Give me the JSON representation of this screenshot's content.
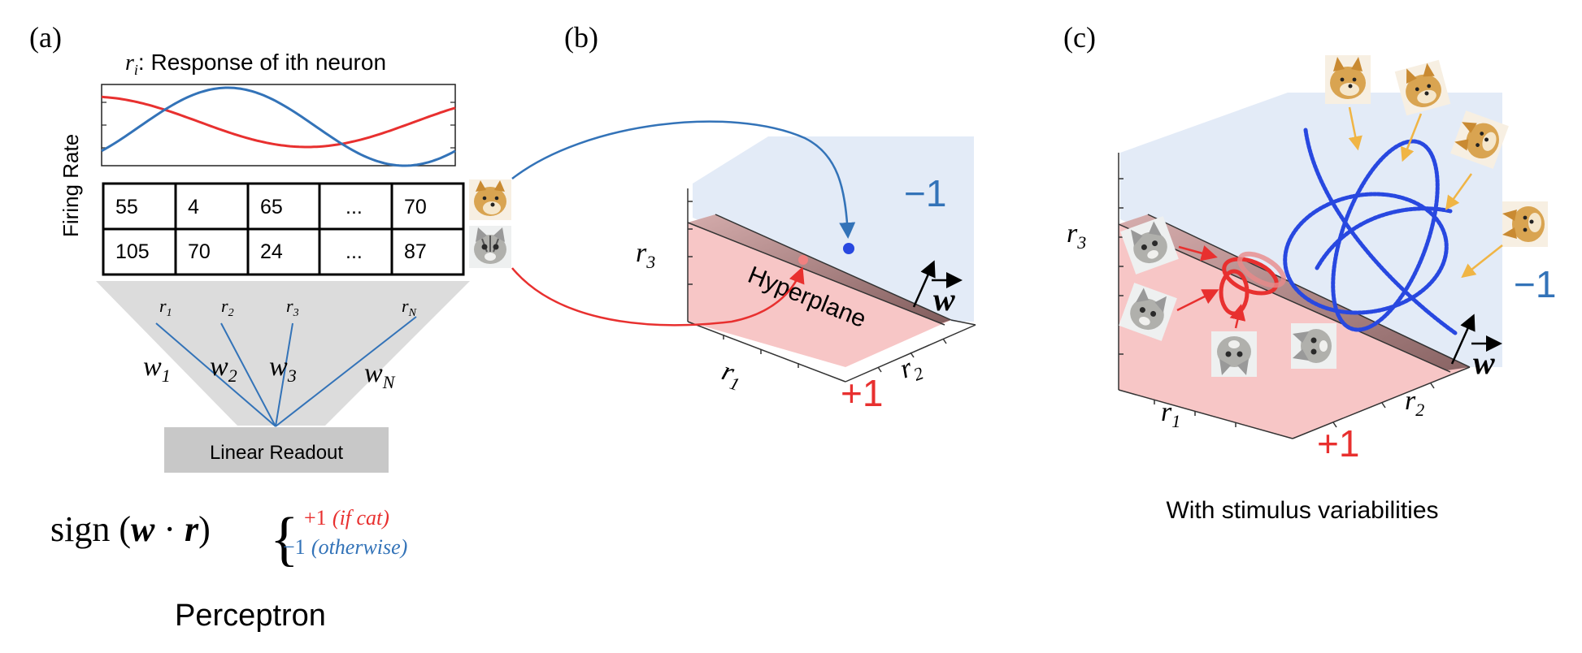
{
  "panel_a": {
    "label": "(a)",
    "response_var": "r",
    "response_sub": "i",
    "response_caption": ": Response of ith neuron",
    "ylabel": "Firing Rate",
    "table": {
      "rows": [
        [
          "55",
          "4",
          "65",
          "...",
          "70"
        ],
        [
          "105",
          "70",
          "24",
          "...",
          "87"
        ]
      ]
    },
    "inputs": [
      {
        "var": "r",
        "sub": "1"
      },
      {
        "var": "r",
        "sub": "2"
      },
      {
        "var": "r",
        "sub": "3"
      },
      {
        "var": "r",
        "sub": "N"
      }
    ],
    "weights": [
      {
        "var": "w",
        "sub": "1"
      },
      {
        "var": "w",
        "sub": "2"
      },
      {
        "var": "w",
        "sub": "3"
      },
      {
        "var": "w",
        "sub": "N"
      }
    ],
    "readout_label": "Linear Readout",
    "formula": {
      "fn": "sign",
      "w": "w",
      "dot": "·",
      "r": "r",
      "case_pos": "+1",
      "case_pos_cond": "(if cat)",
      "case_neg": "−1",
      "case_neg_cond": "(otherwise)"
    },
    "title": "Perceptron"
  },
  "panel_b": {
    "label": "(b)",
    "axis_r1": {
      "var": "r",
      "sub": "1"
    },
    "axis_r2": {
      "var": "r",
      "sub": "2"
    },
    "axis_r3": {
      "var": "r",
      "sub": "3"
    },
    "hyperplane_label": "Hyperplane",
    "w_label": "w",
    "neg_label": "−1",
    "pos_label": "+1"
  },
  "panel_c": {
    "label": "(c)",
    "axis_r1": {
      "var": "r",
      "sub": "1"
    },
    "axis_r2": {
      "var": "r",
      "sub": "2"
    },
    "axis_r3": {
      "var": "r",
      "sub": "3"
    },
    "w_label": "w",
    "neg_label": "−1",
    "pos_label": "+1",
    "caption": "With stimulus variabilities"
  },
  "colors": {
    "red": "#e8302f",
    "blue": "#3373b8",
    "bright_blue": "#2848e0",
    "pink_plane": "#f7c6c6",
    "blue_plane": "#e3ebf7",
    "gray_fan": "#dcdcdc",
    "gray_box": "#c8c8c8",
    "gold_arrow": "#f0b545"
  }
}
